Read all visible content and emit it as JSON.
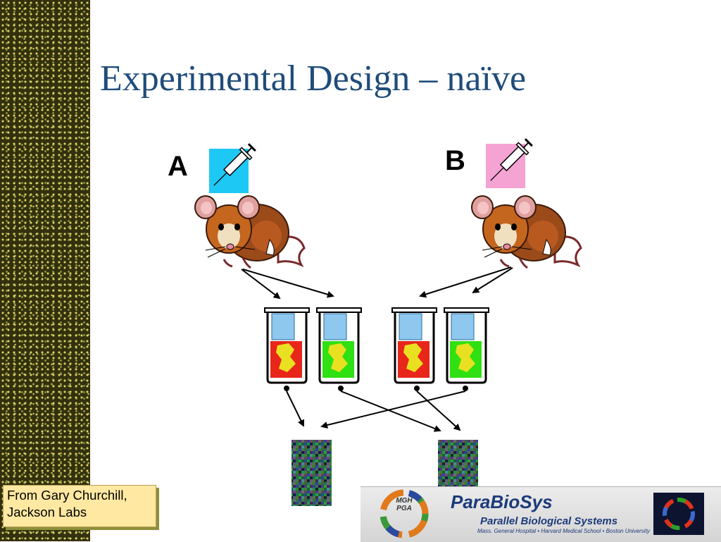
{
  "slide": {
    "title": "Experimental Design – naïve",
    "label_a": "A",
    "label_b": "B",
    "credit_line1": "From Gary Churchill,",
    "credit_line2": "Jackson Labs"
  },
  "logo": {
    "name": "ParaBioSys",
    "subtitle": "Parallel Biological Systems",
    "institutions": "Mass. General Hospital • Harvard Medical School • Boston University",
    "mark_line1": "MGH",
    "mark_line2": "PGA"
  },
  "colors": {
    "title": "#1f4c7a",
    "syringe_a_bg": "#1ec8f5",
    "syringe_b_bg": "#f5a3d3",
    "tube_red": "#e8261a",
    "tube_green": "#2fe012",
    "tube_yellow": "#e8e020",
    "credit_bg": "#ffe8a1"
  }
}
